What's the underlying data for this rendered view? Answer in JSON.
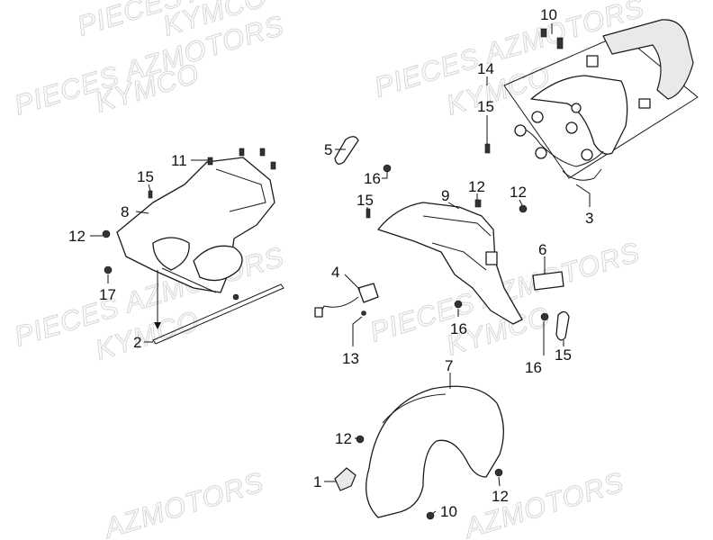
{
  "watermarks": {
    "w1a": "PIECES AZMOTORS",
    "w1b": "KYMCO",
    "w2a": "PIECES AZMOTORS",
    "w2b": "KYMCO",
    "w3a": "PIECES AZMOTORS",
    "w3b": "KYMCO",
    "w4a": "PIECES AZMOTORS",
    "w4b": "KYMCO",
    "w5a": "PIECES AZMOTORS",
    "w5b": "KYMCO",
    "w6a": "AZMOTORS",
    "w7a": "AZMOTORS"
  },
  "callouts": {
    "c10_top": "10",
    "c14": "14",
    "c15_top": "15",
    "c3": "3",
    "c5": "5",
    "c16_a": "16",
    "c11": "11",
    "c15_left": "15",
    "c8": "8",
    "c12_left": "12",
    "c17": "17",
    "c2": "2",
    "c15_mid": "15",
    "c9": "9",
    "c12_mid": "12",
    "c12_right": "12",
    "c6": "6",
    "c4": "4",
    "c16_b": "16",
    "c13": "13",
    "c16_c": "16",
    "c15_right": "15",
    "c7": "7",
    "c12_fender": "12",
    "c1": "1",
    "c12_bottom": "12",
    "c10_bottom": "10"
  }
}
